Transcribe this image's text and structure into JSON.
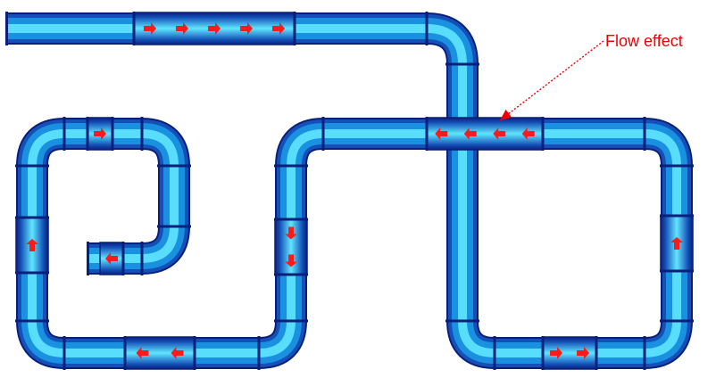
{
  "annotation": {
    "label": "Flow effect",
    "color": "#ee0000"
  },
  "colors": {
    "pipe_outer": "#0a1f7a",
    "pipe_edge": "#1450b8",
    "pipe_mid": "#1a90e0",
    "pipe_highlight": "#60e6ff",
    "joint": "#0a1f7a",
    "arrow": "#ff1a1a",
    "background": "#ffffff"
  },
  "flow_segments": [
    {
      "id": "top-run",
      "direction": "right",
      "arrow_count": 5
    },
    {
      "id": "crossing-run",
      "direction": "left",
      "arrow_count": 4
    },
    {
      "id": "spiral-top",
      "direction": "right",
      "arrow_count": 1
    },
    {
      "id": "spiral-left",
      "direction": "up",
      "arrow_count": 1
    },
    {
      "id": "spiral-inner",
      "direction": "left",
      "arrow_count": 1
    },
    {
      "id": "bottom-left-run",
      "direction": "left",
      "arrow_count": 2
    },
    {
      "id": "middle-riser",
      "direction": "down",
      "arrow_count": 2
    },
    {
      "id": "right-riser",
      "direction": "up",
      "arrow_count": 1
    },
    {
      "id": "bottom-right-run",
      "direction": "right",
      "arrow_count": 2
    }
  ]
}
